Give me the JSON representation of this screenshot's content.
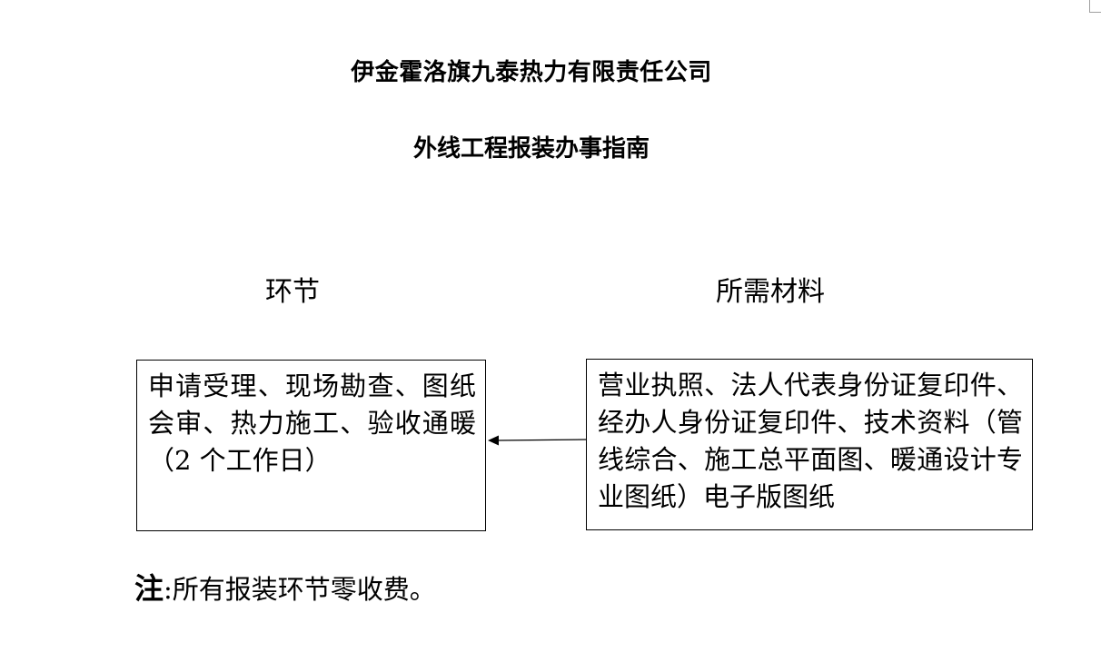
{
  "document": {
    "company_name": "伊金霍洛旗九泰热力有限责任公司",
    "guide_title": "外线工程报装办事指南"
  },
  "columns": {
    "left_heading": "环节",
    "right_heading": "所需材料"
  },
  "boxes": {
    "process_text": "申请受理、现场勘查、图纸会审、热力施工、验收通暖（2 个工作日）",
    "materials_text": "营业执照、法人代表身份证复印件、经办人身份证复印件、技术资料（管线综合、施工总平面图、暖通设计专业图纸）电子版图纸"
  },
  "note": {
    "label": "注",
    "text": ":所有报装环节零收费。"
  }
}
